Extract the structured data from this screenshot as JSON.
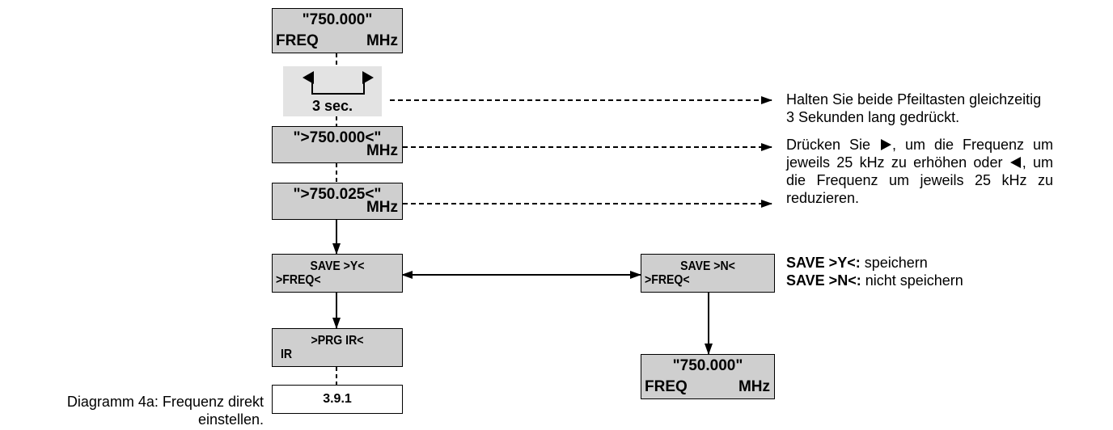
{
  "boxes": {
    "box1": {
      "line1": "\"750.000\"",
      "line2_left": "FREQ",
      "line2_right": "MHz"
    },
    "keypad": {
      "label": "3 sec."
    },
    "box2": {
      "line1": "\">750.000<\"",
      "line2_right": "MHz"
    },
    "box3": {
      "line1": "\">750.025<\"",
      "line2_right": "MHz"
    },
    "box4": {
      "line1": "SAVE >Y<",
      "line2_left": ">FREQ<"
    },
    "box5": {
      "line1": ">PRG IR<",
      "line2_left": "IR"
    },
    "box6": {
      "label": "3.9.1"
    },
    "box7": {
      "line1": "SAVE >N<",
      "line2_left": ">FREQ<"
    },
    "box8": {
      "line1": "\"750.000\"",
      "line2_left": "FREQ",
      "line2_right": "MHz"
    }
  },
  "notes": {
    "note1": "Halten Sie beide Pfeiltasten gleichzeitig 3 Sekunden lang gedrückt.",
    "note2_a": "Drücken Sie",
    "note2_b": ", um die Frequenz um jeweils 25 kHz zu erhöhen oder",
    "note2_c": ", um die Frequenz um jeweils 25 kHz zu reduzieren.",
    "note3_y_key": "SAVE >Y<:",
    "note3_y_text": "speichern",
    "note3_n_key": "SAVE >N<:",
    "note3_n_text": "nicht speichern"
  },
  "caption": {
    "line1": "Diagramm 4a: Frequenz direkt",
    "line2": "einstellen."
  },
  "icons": {
    "right_arrow": "right-triangle-icon",
    "left_arrow": "left-triangle-icon"
  },
  "colors": {
    "box_fill": "#cfcfcf",
    "keypad_fill": "#e3e3e3"
  }
}
